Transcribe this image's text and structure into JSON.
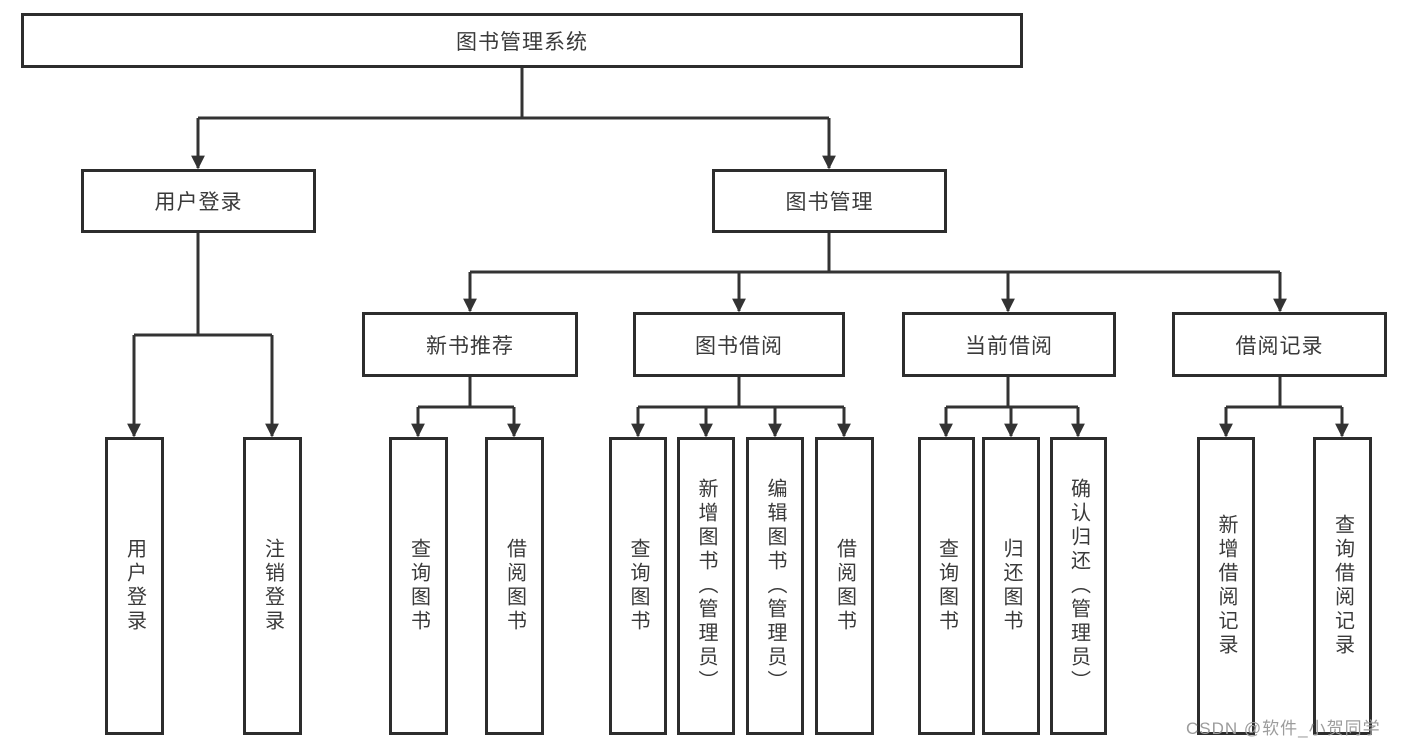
{
  "diagram": {
    "type": "tree",
    "colors": {
      "background": "#ffffff",
      "line": "#333333",
      "box_border": "#2d2d2d",
      "text": "#3a3a3a",
      "watermark_text": "#9c9c9c"
    },
    "root": {
      "label": "图书管理系统",
      "children": [
        {
          "label": "用户登录",
          "children": [
            {
              "label": "用户登录"
            },
            {
              "label": "注销登录"
            }
          ]
        },
        {
          "label": "图书管理",
          "children": [
            {
              "label": "新书推荐",
              "children": [
                {
                  "label": "查询图书"
                },
                {
                  "label": "借阅图书"
                }
              ]
            },
            {
              "label": "图书借阅",
              "children": [
                {
                  "label": "查询图书"
                },
                {
                  "label": "新增图书（管理员）"
                },
                {
                  "label": "编辑图书（管理员）"
                },
                {
                  "label": "借阅图书"
                }
              ]
            },
            {
              "label": "当前借阅",
              "children": [
                {
                  "label": "查询图书"
                },
                {
                  "label": "归还图书"
                },
                {
                  "label": "确认归还（管理员）"
                }
              ]
            },
            {
              "label": "借阅记录",
              "children": [
                {
                  "label": "新增借阅记录"
                },
                {
                  "label": "查询借阅记录"
                }
              ]
            }
          ]
        }
      ]
    },
    "watermark": "CSDN @软件_小贺同学"
  }
}
